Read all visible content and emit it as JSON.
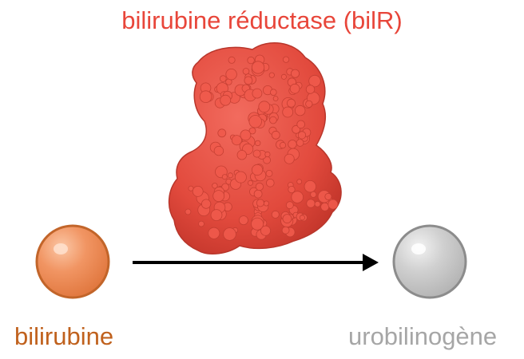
{
  "enzyme": {
    "label": "bilirubine réductase (bilR)",
    "color": "#e8463a",
    "shape": "protein-surface"
  },
  "substrate": {
    "label": "bilirubine",
    "label_color": "#c0611d",
    "fill_color": "#ef8a55",
    "stroke_color": "#c2652a"
  },
  "product": {
    "label": "urobilinogène",
    "label_color": "#a6a6a6",
    "fill_color": "#c9c9c9",
    "stroke_color": "#8c8c8c"
  },
  "reaction_arrow": {
    "color": "#000000",
    "direction": "left-to-right"
  }
}
